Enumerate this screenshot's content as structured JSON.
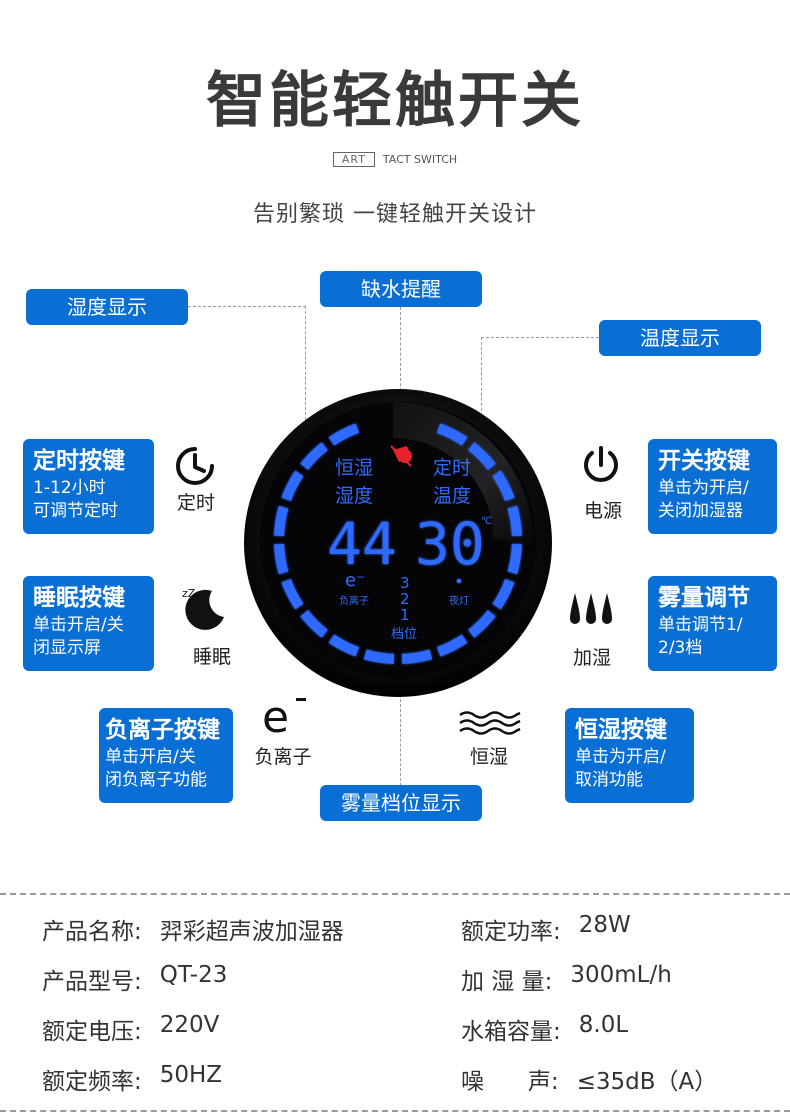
{
  "header": {
    "title": "智能轻触开关",
    "art_box": "ART",
    "art_text": "TACT SWITCH",
    "subtitle": "告别繁琐 一键轻触开关设计"
  },
  "callouts": {
    "humidity_display": "湿度显示",
    "water_shortage": "缺水提醒",
    "temperature_display": "温度显示",
    "mist_level_display": "雾量档位显示"
  },
  "cards": {
    "timer": {
      "title": "定时按键",
      "desc": [
        "1-12小时",
        "可调节定时"
      ]
    },
    "sleep": {
      "title": "睡眠按键",
      "desc": [
        "单击开启/关",
        "闭显示屏"
      ]
    },
    "ion": {
      "title": "负离子按键",
      "desc": [
        "单击开启/关",
        "闭负离子功能"
      ]
    },
    "power": {
      "title": "开关按键",
      "desc": [
        "单击为开启/",
        "关闭加湿器"
      ]
    },
    "mist": {
      "title": "雾量调节",
      "desc": [
        "单击调节1/",
        "2/3档"
      ]
    },
    "humidistat": {
      "title": "恒湿按键",
      "desc": [
        "单击为开启/",
        "取消功能"
      ]
    }
  },
  "icons": {
    "timer": {
      "name": "clock-icon",
      "label": "定时"
    },
    "sleep": {
      "name": "moon-icon",
      "label": "睡眠",
      "glyph": "zZ"
    },
    "ion": {
      "name": "negative-ion-icon",
      "label": "负离子",
      "glyph": "e"
    },
    "power": {
      "name": "power-icon",
      "label": "电源"
    },
    "mist": {
      "name": "droplets-icon",
      "label": "加湿"
    },
    "humidistat": {
      "name": "waves-icon",
      "label": "恒湿"
    }
  },
  "panel": {
    "humidistat_label": "恒湿",
    "timer_label": "定时",
    "humidity_label": "湿度",
    "temperature_label": "温度",
    "humidity_value": "44",
    "temperature_value": "30",
    "celsius": "℃",
    "ion_glyph": "e⁻",
    "ion_label": "负离子",
    "levels": [
      "3",
      "2",
      "1"
    ],
    "level_label": "档位",
    "nightlight_label": "夜灯",
    "accent_color": "#2f6bff",
    "alert_color": "#e8222a"
  },
  "specs": {
    "left": [
      {
        "label": "产品名称:",
        "value": "羿彩超声波加湿器"
      },
      {
        "label": "产品型号:",
        "value": "QT-23"
      },
      {
        "label": "额定电压:",
        "value": "220V"
      },
      {
        "label": "额定频率:",
        "value": "50HZ"
      }
    ],
    "right": [
      {
        "label": "额定功率:",
        "value": "28W"
      },
      {
        "label": "加 湿 量:",
        "value": "300mL/h"
      },
      {
        "label": "水箱容量:",
        "value": "8.0L"
      },
      {
        "label": "噪      声:",
        "value": "≤35dB（A）"
      }
    ]
  },
  "colors": {
    "brand_blue": "#0a6fd4",
    "title_gray": "#3a3a3a"
  }
}
